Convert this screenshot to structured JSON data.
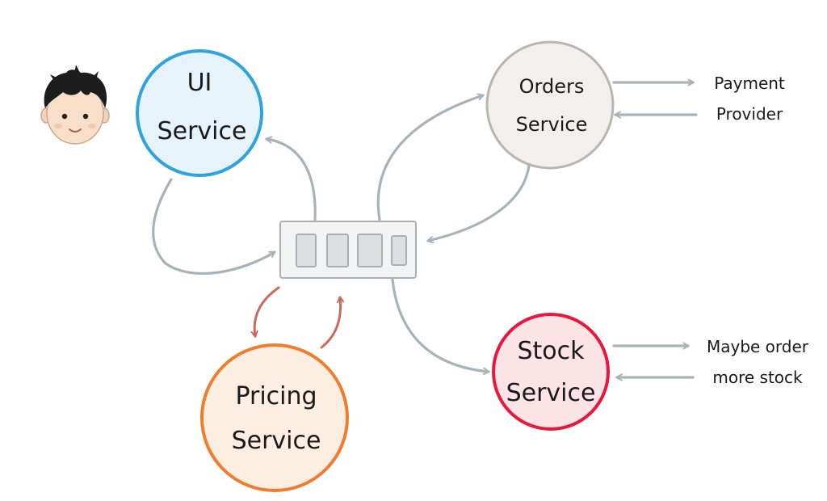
{
  "nodes": {
    "ui": {
      "line1": "UI",
      "line2": "Service",
      "fill": "#e6f3fb",
      "stroke": "#2ea3dc"
    },
    "orders": {
      "line1": "Orders",
      "line2": "Service",
      "fill": "#f1f0ec",
      "stroke": "#b8b6ae"
    },
    "stock": {
      "line1": "Stock",
      "line2": "Service",
      "fill": "#fbe3e6",
      "stroke": "#e8183d"
    },
    "pricing": {
      "line1": "Pricing",
      "line2": "Service",
      "fill": "#fdeee2",
      "stroke": "#f07d2e"
    }
  },
  "external": {
    "payment": {
      "line1": "Payment",
      "line2": "Provider"
    },
    "stock_order": {
      "line1": "Maybe order",
      "line2": "more stock"
    }
  },
  "colors": {
    "connector": "#a7b3b8",
    "pricing_connector": "#c96a5d",
    "bus_fill": "#f2f3f3",
    "bus_stroke": "#a9b0b4"
  },
  "icons": {
    "user": "user-avatar-icon",
    "bus": "message-bus-icon"
  }
}
